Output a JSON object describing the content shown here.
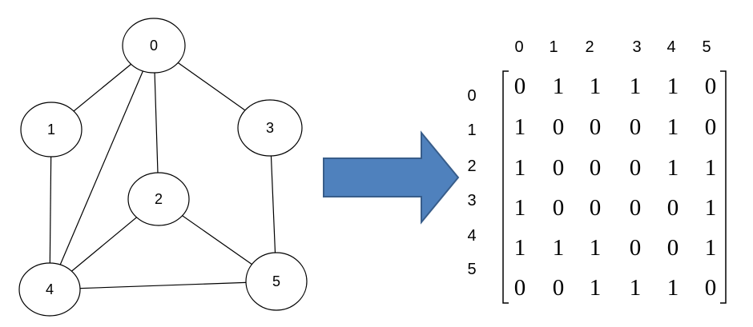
{
  "graph": {
    "nodes": [
      {
        "id": "0",
        "label": "0"
      },
      {
        "id": "1",
        "label": "1"
      },
      {
        "id": "2",
        "label": "2"
      },
      {
        "id": "3",
        "label": "3"
      },
      {
        "id": "4",
        "label": "4"
      },
      {
        "id": "5",
        "label": "5"
      }
    ],
    "edges": [
      [
        "0",
        "1"
      ],
      [
        "0",
        "2"
      ],
      [
        "0",
        "3"
      ],
      [
        "0",
        "4"
      ],
      [
        "1",
        "4"
      ],
      [
        "2",
        "4"
      ],
      [
        "2",
        "5"
      ],
      [
        "3",
        "5"
      ],
      [
        "4",
        "5"
      ]
    ]
  },
  "arrow": {
    "fill_color": "#4f81bd",
    "stroke_color": "#385d8a"
  },
  "matrix": {
    "column_headers": [
      "0",
      "1",
      "2",
      "3",
      "4",
      "5"
    ],
    "row_headers": [
      "0",
      "1",
      "2",
      "3",
      "4",
      "5"
    ],
    "rows": [
      [
        "0",
        "1",
        "1",
        "1",
        "1",
        "0"
      ],
      [
        "1",
        "0",
        "0",
        "0",
        "1",
        "0"
      ],
      [
        "1",
        "0",
        "0",
        "0",
        "1",
        "1"
      ],
      [
        "1",
        "0",
        "0",
        "0",
        "0",
        "1"
      ],
      [
        "1",
        "1",
        "1",
        "0",
        "0",
        "1"
      ],
      [
        "0",
        "0",
        "1",
        "1",
        "1",
        "0"
      ]
    ]
  }
}
